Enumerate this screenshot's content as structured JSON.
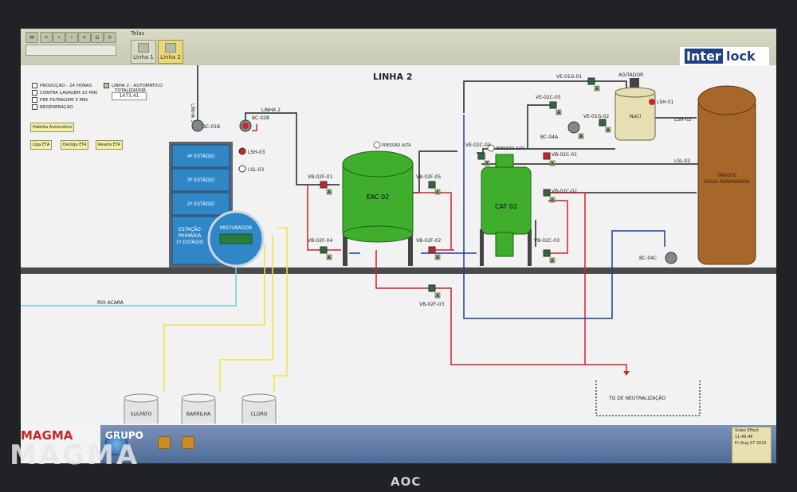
{
  "toolbar": {
    "tabs_label": "Telas",
    "tab1": "Linha 1",
    "tab2": "Linha 2",
    "logo_part1": "Inter",
    "logo_part2": "lock"
  },
  "screen": {
    "title": "LINHA 2",
    "checkboxes": [
      {
        "label": "PRODUÇÃO - 24 HORAS"
      },
      {
        "label": "CONTRA LAVAGEM 10 MIN"
      },
      {
        "label": "PRE FILTRAGEM 3 MIN"
      },
      {
        "label": "REGENERAÇÃO"
      }
    ],
    "mode_label": "LINHA 2 - AUTOMÁTICO",
    "totalizer_label": "TOTALIZADOR",
    "totalizer_value": "1473,41",
    "buttons": {
      "auto": "Habilita Automático",
      "liga": "Liga ETA",
      "desliga": "Desliga ETA",
      "reseta": "Reseta ETA"
    },
    "labels": {
      "linha1": "LINHA 1",
      "linha2": "LINHA 2",
      "bc01b": "BC-01B",
      "bc02b": "BC-02B",
      "lsh03": "LSH-03",
      "lsl03": "LSL-03",
      "stage4": "4º ESTÁGIO",
      "stage3": "3º ESTÁGIO",
      "stage2": "2º ESTÁGIO",
      "stage1a": "ESTAÇÃO",
      "stage1b": "PRIMÁRIA",
      "stage1c": "1º ESTÁGIO",
      "misturador": "MISTURADOR",
      "pressao1": "PRESSÃO ALTA",
      "pressao2": "PRESSÃO ALTA",
      "eac": "EAC 02",
      "cat": "CAT 02",
      "vb02f01": "VB-02F-01",
      "vb02f04": "VB-02F-04",
      "vb02f05": "VB-02F-05",
      "vb02f02": "VB-02F-02",
      "vb02f03": "VB-02F-03",
      "ve02c04": "VE-02C-04",
      "ve02c05": "VE-02C-05",
      "ve01g01": "VE-01G-01",
      "ve01g02": "VE-01G-02",
      "bc04a": "BC-04A",
      "vb02c01": "VB-02C-01",
      "vb02c02": "VB-02C-02",
      "vb02c03": "VB-02C-03",
      "bc04c": "BC-04C",
      "agitador": "AGITADOR",
      "nacl": "NaCl",
      "lsh01": "LSH-01",
      "lsh02": "LSH-02",
      "lsl02": "LSL-02",
      "tanque1": "TANQUE",
      "tanque2": "ÁGUA ABRANDADA",
      "rio": "RIO ACARÁ",
      "neutral": "TQ DE NEUTRALIZAÇÃO",
      "sulfato": "SULFATO",
      "barrilha": "BARRILHA",
      "cloro": "CLORO",
      "valve_a": "A"
    }
  },
  "taskbar": {
    "tray_line1": "Video Effect",
    "tray_line2": "11:46:46",
    "tray_line3": "Fri Aug 07 2015"
  },
  "watermark": {
    "grupo": "GRUPO",
    "magma": "MAGMA",
    "magma_small": "MAGMA"
  },
  "monitor": {
    "brand": "AOC"
  },
  "colors": {
    "pipe_red": "#d3202c",
    "pipe_blue": "#1e3d9c",
    "pipe_yellow": "#f1e241",
    "pipe_cyan": "#6ccfd9",
    "tank_green": "#3fae2c",
    "tank_brown": "#a7672b",
    "stage_blue": "#2f87c8"
  }
}
